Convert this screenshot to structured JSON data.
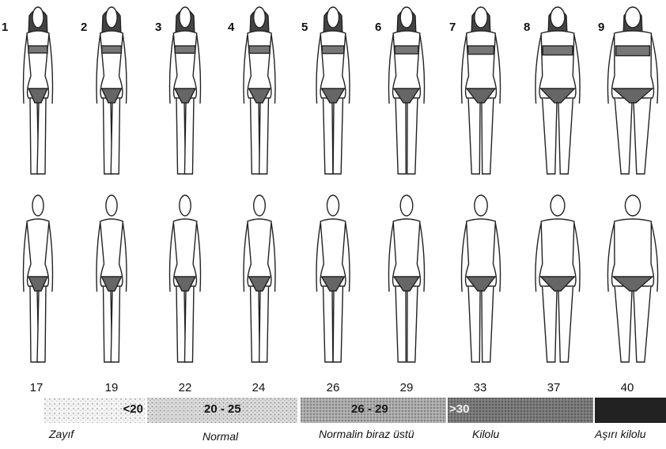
{
  "figure_numbers": [
    "1",
    "2",
    "3",
    "4",
    "5",
    "6",
    "7",
    "8",
    "9"
  ],
  "bmi_values": [
    "17",
    "19",
    "22",
    "24",
    "26",
    "29",
    "33",
    "37",
    "40"
  ],
  "ranges": [
    "<20",
    "20 - 25",
    "26 - 29",
    ">30"
  ],
  "categories": [
    "Zayıf",
    "Normal",
    "Normalin biraz üstü",
    "Kilolu",
    "Aşırı kilolu"
  ],
  "colors": {
    "band1": "#f2f2f2",
    "band2": "#d9d9d9",
    "band3": "#a8a8a8",
    "band4": "#7a7a7a",
    "band5": "#222222"
  }
}
